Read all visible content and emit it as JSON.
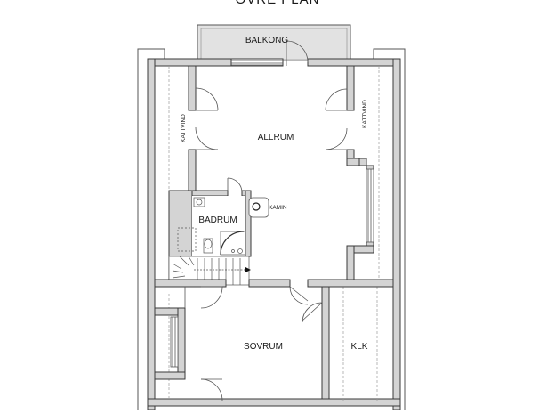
{
  "plan": {
    "title": "ÖVRE PLAN",
    "rooms": {
      "balkong": "BALKONG",
      "allrum": "ALLRUM",
      "kattvind_left": "KATTVIND",
      "kattvind_right": "KATTVIND",
      "badrum": "BADRUM",
      "kamin": "KAMIN",
      "sovrum": "SOVRUM",
      "klk": "KLK"
    }
  },
  "colors": {
    "wall_fill": "#d4d4d4",
    "wall_stroke": "#3a3a3a",
    "outline": "#555555",
    "thin": "#9a9a9a"
  }
}
